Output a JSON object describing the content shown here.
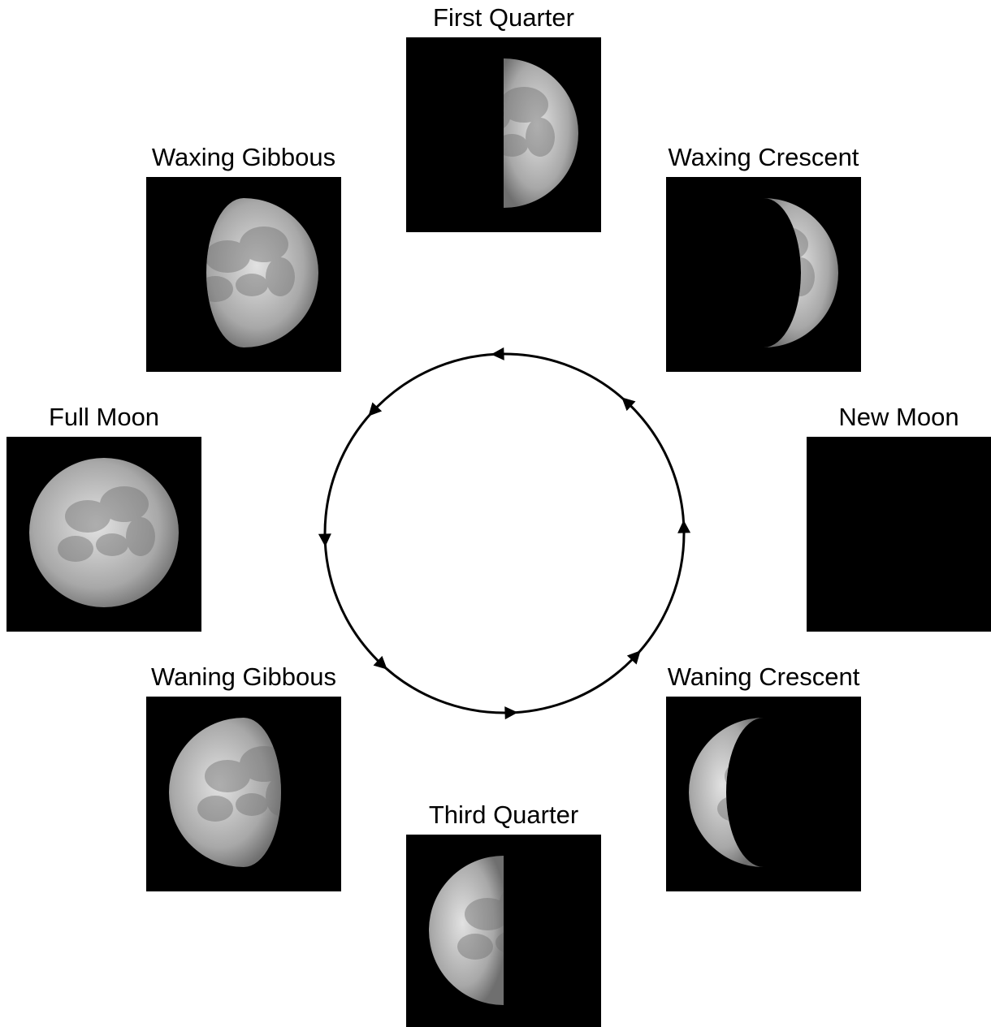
{
  "phases": [
    {
      "id": "first-quarter",
      "label": "First Quarter",
      "lit_fraction": 0.5,
      "lit_side": "right"
    },
    {
      "id": "waxing-crescent",
      "label": "Waxing Crescent",
      "lit_fraction": 0.25,
      "lit_side": "right"
    },
    {
      "id": "new-moon",
      "label": "New Moon",
      "lit_fraction": 0.0,
      "lit_side": "none"
    },
    {
      "id": "waning-crescent",
      "label": "Waning Crescent",
      "lit_fraction": 0.25,
      "lit_side": "left"
    },
    {
      "id": "third-quarter",
      "label": "Third Quarter",
      "lit_fraction": 0.5,
      "lit_side": "left"
    },
    {
      "id": "waning-gibbous",
      "label": "Waning Gibbous",
      "lit_fraction": 0.75,
      "lit_side": "left"
    },
    {
      "id": "full-moon",
      "label": "Full Moon",
      "lit_fraction": 1.0,
      "lit_side": "both"
    },
    {
      "id": "waxing-gibbous",
      "label": "Waxing Gibbous",
      "lit_fraction": 0.75,
      "lit_side": "right"
    }
  ],
  "cycle": {
    "direction": "counterclockwise",
    "arrow_count": 8
  },
  "colors": {
    "photo_background": "#000000",
    "moon_light": "#e2e2e2",
    "moon_mid": "#a8a8a8",
    "moon_dark": "#6f6f6f",
    "cycle_line": "#000000"
  }
}
